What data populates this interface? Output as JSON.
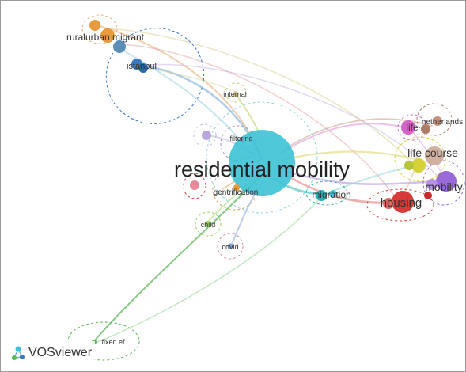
{
  "tool": "VOSviewer",
  "colors": {
    "cyan": "#3cc2d6",
    "orange": "#e89a3c",
    "blue": "#3a78c0",
    "steel": "#5b8fb8",
    "magenta": "#d266c8",
    "brown": "#b07b66",
    "olive": "#b8c53a",
    "yellow": "#d8d23a",
    "purple": "#9a6ad8",
    "red": "#d83a3a",
    "green": "#5ab85a",
    "lavender": "#b8a6dc",
    "pink": "#e88a9a",
    "lime": "#9ad65a",
    "teal": "#2bb2b8"
  },
  "nodes": [
    {
      "id": "residential-mobility",
      "label": "residential mobility",
      "color": "cyan"
    },
    {
      "id": "ruralurban-migrant",
      "label": "ruralurban migrant",
      "color": "orange"
    },
    {
      "id": "istanbul",
      "label": "istanbul",
      "color": "blue"
    },
    {
      "id": "internal",
      "label": "internal",
      "color": "olive"
    },
    {
      "id": "filtering",
      "label": "filtering",
      "color": "lavender"
    },
    {
      "id": "gentrification",
      "label": "gentrification",
      "color": "orange"
    },
    {
      "id": "child",
      "label": "child",
      "color": "lime"
    },
    {
      "id": "covid",
      "label": "covid",
      "color": "blue"
    },
    {
      "id": "migration",
      "label": "migration",
      "color": "teal"
    },
    {
      "id": "life",
      "label": "life",
      "color": "magenta"
    },
    {
      "id": "netherlands",
      "label": "netherlands",
      "color": "brown"
    },
    {
      "id": "life-course",
      "label": "life course",
      "color": "yellow"
    },
    {
      "id": "mobility",
      "label": "mobility",
      "color": "purple"
    },
    {
      "id": "housing",
      "label": "housing",
      "color": "red"
    },
    {
      "id": "fixed-ef",
      "label": "fixed ef",
      "color": "green"
    }
  ]
}
